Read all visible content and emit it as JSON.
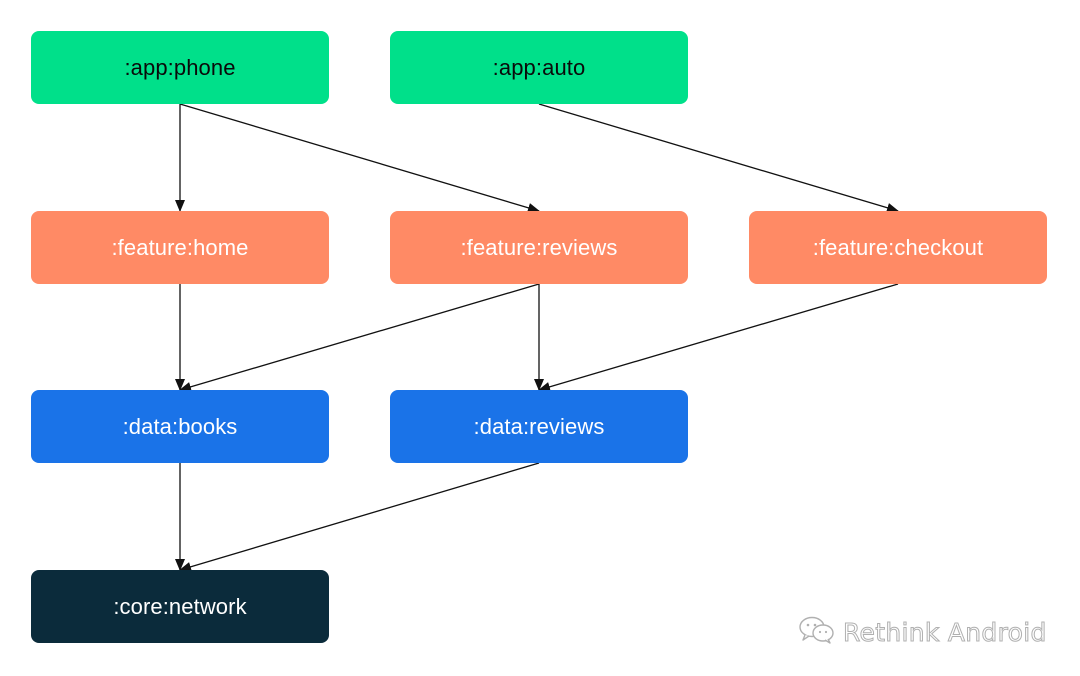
{
  "colors": {
    "app": "#00E08A",
    "feature": "#FF8A65",
    "data": "#1A73E8",
    "core": "#0B2B3B",
    "edge": "#111111",
    "watermark": "#B0B0B0"
  },
  "nodes": {
    "app_phone": {
      "label": ":app:phone"
    },
    "app_auto": {
      "label": ":app:auto"
    },
    "feature_home": {
      "label": ":feature:home"
    },
    "feature_reviews": {
      "label": ":feature:reviews"
    },
    "feature_checkout": {
      "label": ":feature:checkout"
    },
    "data_books": {
      "label": ":data:books"
    },
    "data_reviews": {
      "label": ":data:reviews"
    },
    "core_network": {
      "label": ":core:network"
    }
  },
  "edges": [
    {
      "from": "app_phone",
      "to": "feature_home"
    },
    {
      "from": "app_phone",
      "to": "feature_reviews"
    },
    {
      "from": "app_auto",
      "to": "feature_checkout"
    },
    {
      "from": "feature_home",
      "to": "data_books"
    },
    {
      "from": "feature_reviews",
      "to": "data_books"
    },
    {
      "from": "feature_reviews",
      "to": "data_reviews"
    },
    {
      "from": "feature_checkout",
      "to": "data_reviews"
    },
    {
      "from": "data_books",
      "to": "core_network"
    },
    {
      "from": "data_reviews",
      "to": "core_network"
    }
  ],
  "watermark": {
    "text": "Rethink Android",
    "icon": "wechat-icon"
  }
}
